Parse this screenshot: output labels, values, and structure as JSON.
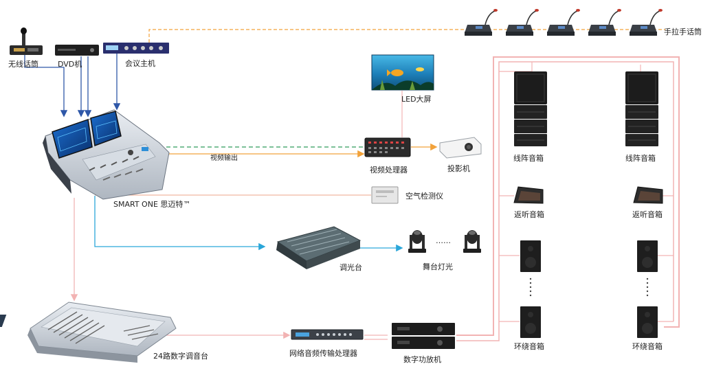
{
  "devices": {
    "wireless_mic": "无线话筒",
    "dvd": "DVD机",
    "conference_host": "会议主机",
    "handheld_mic": "手拉手话筒",
    "led_screen": "LED大屏",
    "smart_one": "SMART ONE 思迈特™",
    "video_output": "视频输出",
    "video_processor": "视频处理器",
    "projector": "投影机",
    "air_detector": "空气检测仪",
    "lighting_console": "调光台",
    "stage_light": "舞台灯光",
    "light_dots": "……",
    "line_array_left": "线阵音箱",
    "line_array_right": "线阵音箱",
    "monitor_left": "返听音箱",
    "monitor_right": "返听音箱",
    "surround_left": "环绕音箱",
    "surround_right": "环绕音箱",
    "mixer_24": "24路数字调音台",
    "network_audio": "网络音频传输处理器",
    "amplifier": "数字功放机"
  },
  "colors": {
    "orange": "#f2a23a",
    "blue": "#2e57a8",
    "green": "#2e9b5a",
    "cyan": "#2aa6d9",
    "pink": "#f2b3b3",
    "salmon": "#f0b8a0"
  }
}
